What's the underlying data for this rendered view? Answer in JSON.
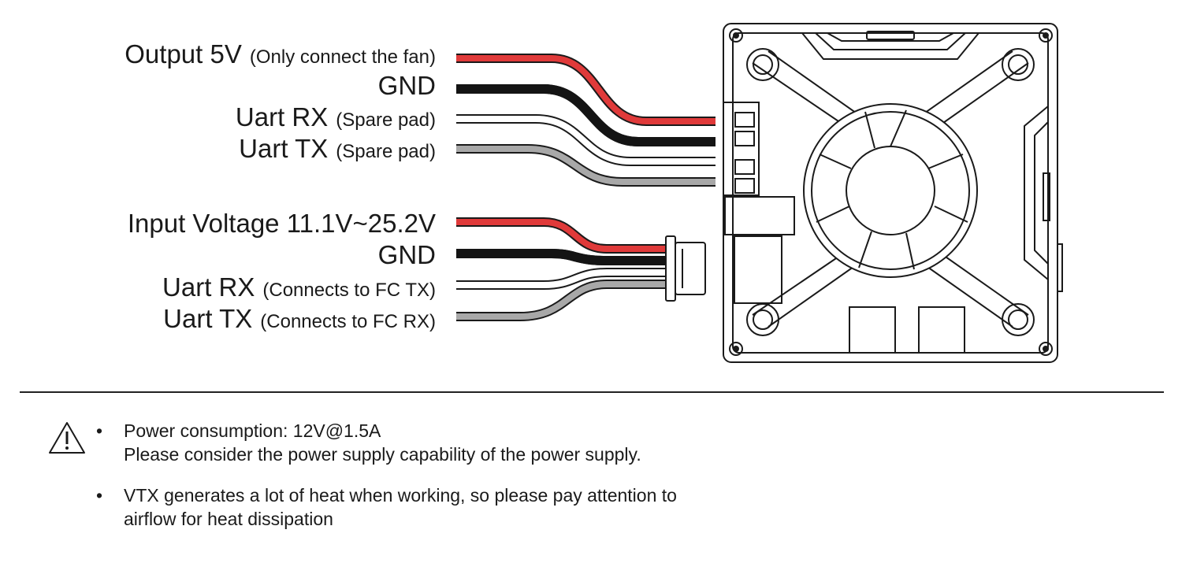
{
  "wire_colors": {
    "red": "#e03a3a",
    "black": "#141414",
    "white": "#ffffff",
    "gray": "#a8a8a8",
    "outline": "#1a1a1a"
  },
  "upper_group": [
    {
      "main": "Output 5V",
      "sub": "(Only connect the fan)",
      "color": "red"
    },
    {
      "main": "GND",
      "sub": "",
      "color": "black"
    },
    {
      "main": "Uart RX",
      "sub": "(Spare pad)",
      "color": "white"
    },
    {
      "main": "Uart TX",
      "sub": "(Spare pad)",
      "color": "gray"
    }
  ],
  "lower_group": [
    {
      "main": "Input Voltage 11.1V~25.2V",
      "sub": "",
      "color": "red"
    },
    {
      "main": "GND",
      "sub": "",
      "color": "black"
    },
    {
      "main": "Uart RX",
      "sub": "(Connects to FC TX)",
      "color": "white"
    },
    {
      "main": "Uart TX",
      "sub": "(Connects to FC RX)",
      "color": "gray"
    }
  ],
  "notes": [
    {
      "lines": [
        "Power consumption: 12V@1.5A",
        "Please consider the power supply capability of the power supply."
      ],
      "warning_icon": "warning-triangle-icon"
    },
    {
      "lines": [
        "VTX generates a lot of heat when working, so please pay attention to",
        "airflow for heat dissipation"
      ],
      "warning_icon": ""
    }
  ],
  "bullet_char": "•"
}
